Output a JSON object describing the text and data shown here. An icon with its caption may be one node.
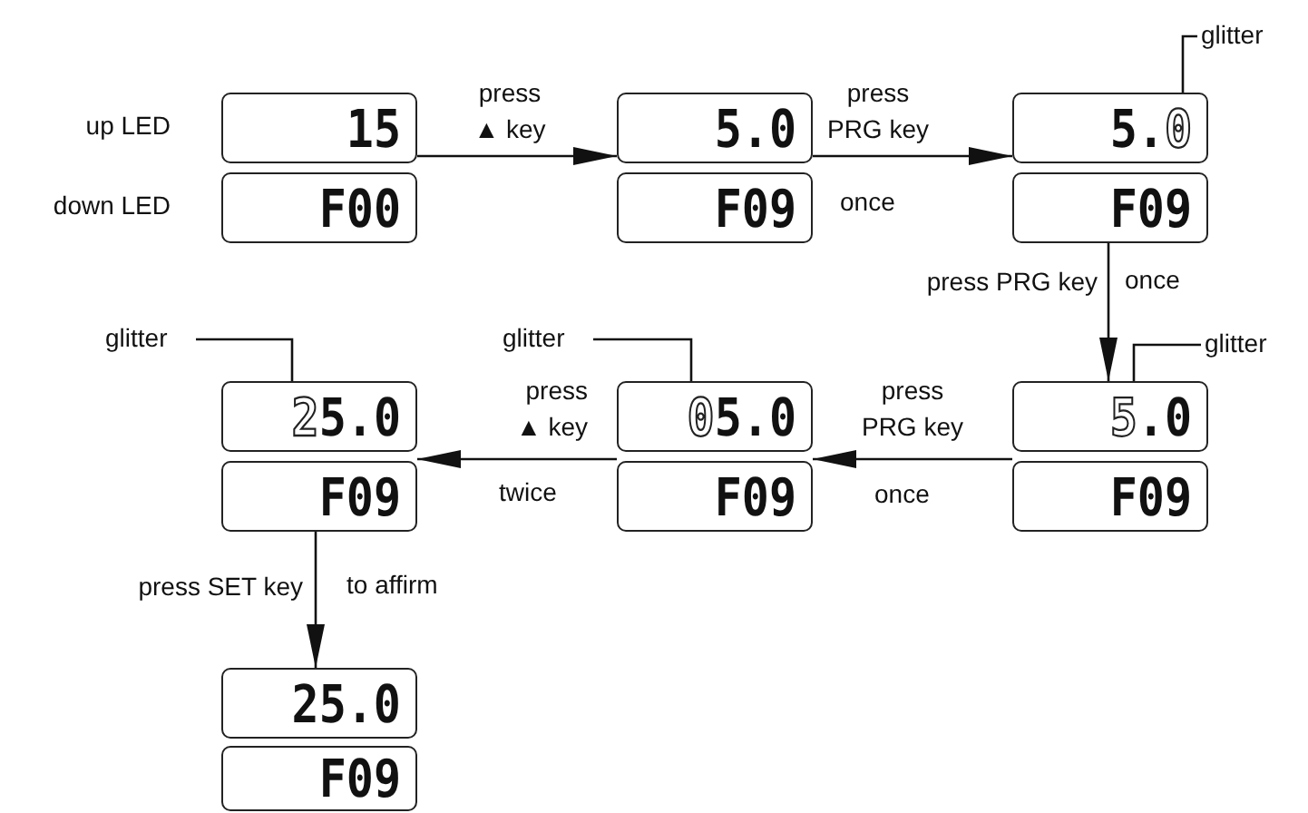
{
  "diagram": {
    "nodes": [
      {
        "text": [
          "glitter"
        ]
      },
      {
        "text": [
          "15"
        ]
      },
      {
        "text": [
          "F00"
        ]
      },
      {
        "text": [
          "5.0"
        ]
      },
      {
        "text": [
          "F09"
        ]
      },
      {
        "text": [
          "5.0"
        ]
      },
      {
        "text": [
          "F09"
        ]
      },
      {
        "text": [
          "glitter"
        ]
      },
      {
        "text": [
          "glitter"
        ]
      },
      {
        "text": [
          "glitter"
        ]
      },
      {
        "text": [
          "25.0"
        ]
      },
      {
        "text": [
          "F09"
        ]
      },
      {
        "text": [
          "05.0"
        ]
      },
      {
        "text": [
          "F09"
        ]
      },
      {
        "text": [
          "5.0"
        ]
      },
      {
        "text": [
          "F09"
        ]
      },
      {
        "text": [
          "25.0"
        ]
      },
      {
        "text": [
          "F09"
        ]
      }
    ],
    "edges": [
      {
        "from": 1,
        "to": 3,
        "arrow": "to",
        "label": "press ▲ key"
      },
      {
        "from": 3,
        "to": 5,
        "arrow": "to",
        "label": "press PRG key"
      },
      {
        "from": 6,
        "to": 14,
        "arrow": "to",
        "label": "press PRG key"
      },
      {
        "from": 14,
        "to": 12,
        "arrow": "to",
        "label": "press PRG key"
      },
      {
        "from": 12,
        "to": 10,
        "arrow": "to",
        "label": "press ▲ key"
      },
      {
        "from": 11,
        "to": 16,
        "arrow": "to",
        "label": "press SET key"
      },
      {
        "from": 0,
        "to": 5,
        "arrow": "none"
      },
      {
        "from": 9,
        "to": 14,
        "arrow": "none"
      },
      {
        "from": 8,
        "to": 12,
        "arrow": "none"
      },
      {
        "from": 7,
        "to": 10,
        "arrow": "none"
      }
    ],
    "labels": [
      "up LED",
      "down LED",
      "once",
      "once",
      "once",
      "twice",
      "to affirm"
    ]
  }
}
